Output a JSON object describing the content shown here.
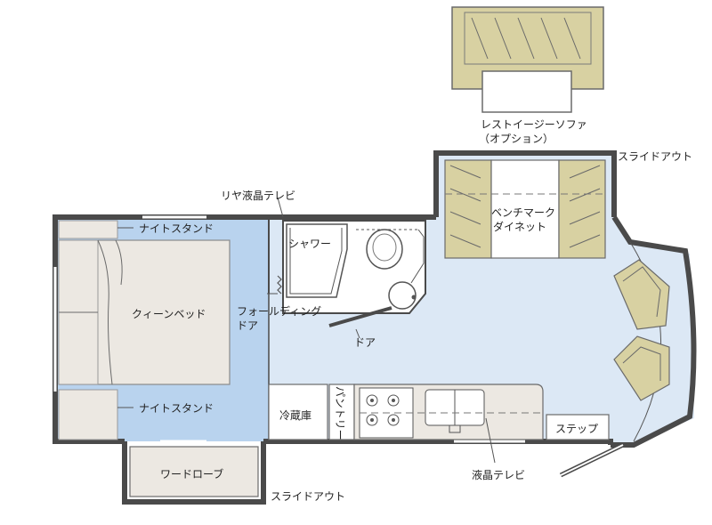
{
  "labels": {
    "sofa": "レストイージーソファ",
    "sofa_option": "（オプション）",
    "slideout_top": "スライドアウト",
    "rear_tv": "リヤ液晶テレビ",
    "bench_1": "ベンチマーク",
    "bench_2": "ダイネット",
    "nightstand_top": "ナイトスタンド",
    "shower": "シャワー",
    "queen_bed": "クィーンベッド",
    "folding_door_1": "フォールディング",
    "folding_door_2": "ドア",
    "door": "ドア",
    "nightstand_bottom": "ナイトスタンド",
    "fridge": "冷蔵庫",
    "pantry": "パントリー",
    "step": "ステップ",
    "wardrobe": "ワードローブ",
    "lcd_tv": "液晶テレビ",
    "slideout_bottom": "スライドアウト"
  },
  "colors": {
    "bedroom_fill": "#b9d3ee",
    "living_fill": "#dce8f5",
    "furniture_fill": "#ece8e2",
    "seat_fill": "#d8d1a2",
    "white_fill": "#ffffff",
    "wall": "#4a4a4a"
  }
}
